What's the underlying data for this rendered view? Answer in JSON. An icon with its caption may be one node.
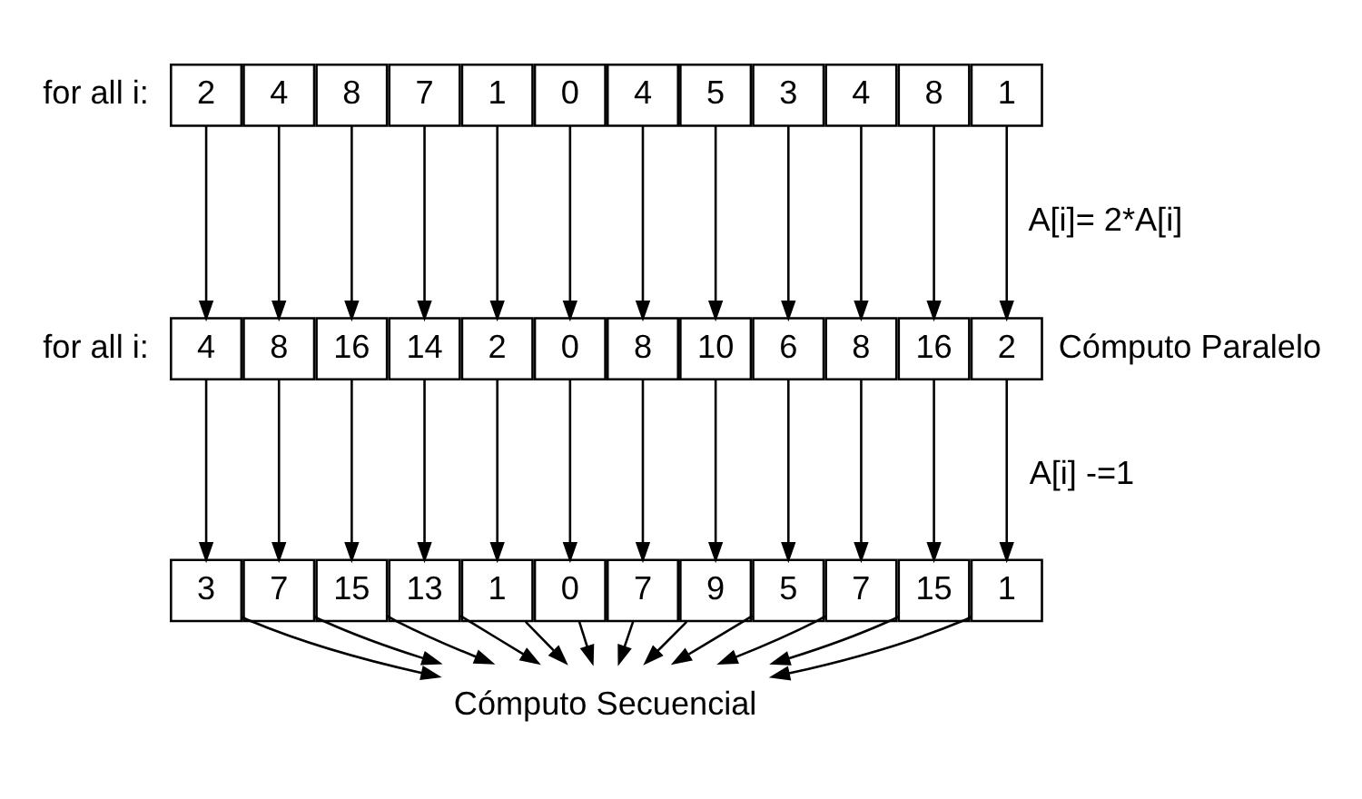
{
  "diagram": {
    "nodes": [
      {
        "text": [
          "2"
        ]
      },
      {
        "text": [
          "4"
        ]
      },
      {
        "text": [
          "8"
        ]
      },
      {
        "text": [
          "7"
        ]
      },
      {
        "text": [
          "1"
        ]
      },
      {
        "text": [
          "0"
        ]
      },
      {
        "text": [
          "4"
        ]
      },
      {
        "text": [
          "5"
        ]
      },
      {
        "text": [
          "3"
        ]
      },
      {
        "text": [
          "4"
        ]
      },
      {
        "text": [
          "8"
        ]
      },
      {
        "text": [
          "1"
        ]
      },
      {
        "text": [
          "4"
        ]
      },
      {
        "text": [
          "8"
        ]
      },
      {
        "text": [
          "16"
        ]
      },
      {
        "text": [
          "14"
        ]
      },
      {
        "text": [
          "2"
        ]
      },
      {
        "text": [
          "0"
        ]
      },
      {
        "text": [
          "8"
        ]
      },
      {
        "text": [
          "10"
        ]
      },
      {
        "text": [
          "6"
        ]
      },
      {
        "text": [
          "8"
        ]
      },
      {
        "text": [
          "16"
        ]
      },
      {
        "text": [
          "2"
        ]
      },
      {
        "text": [
          "3"
        ]
      },
      {
        "text": [
          "7"
        ]
      },
      {
        "text": [
          "15"
        ]
      },
      {
        "text": [
          "13"
        ]
      },
      {
        "text": [
          "1"
        ]
      },
      {
        "text": [
          "0"
        ]
      },
      {
        "text": [
          "7"
        ]
      },
      {
        "text": [
          "9"
        ]
      },
      {
        "text": [
          "5"
        ]
      },
      {
        "text": [
          "7"
        ]
      },
      {
        "text": [
          "15"
        ]
      },
      {
        "text": [
          "1"
        ]
      },
      {
        "text": [
          "Cómputo Secuencial"
        ]
      }
    ],
    "edges": [
      {
        "from": 0,
        "to": 12,
        "arrow": "to"
      },
      {
        "from": 1,
        "to": 13,
        "arrow": "to"
      },
      {
        "from": 2,
        "to": 14,
        "arrow": "to"
      },
      {
        "from": 3,
        "to": 15,
        "arrow": "to"
      },
      {
        "from": 4,
        "to": 16,
        "arrow": "to"
      },
      {
        "from": 5,
        "to": 17,
        "arrow": "to"
      },
      {
        "from": 6,
        "to": 18,
        "arrow": "to"
      },
      {
        "from": 7,
        "to": 19,
        "arrow": "to"
      },
      {
        "from": 8,
        "to": 20,
        "arrow": "to"
      },
      {
        "from": 9,
        "to": 21,
        "arrow": "to"
      },
      {
        "from": 10,
        "to": 22,
        "arrow": "to"
      },
      {
        "from": 11,
        "to": 23,
        "arrow": "to"
      },
      {
        "from": 12,
        "to": 24,
        "arrow": "to"
      },
      {
        "from": 13,
        "to": 25,
        "arrow": "to"
      },
      {
        "from": 14,
        "to": 26,
        "arrow": "to"
      },
      {
        "from": 15,
        "to": 27,
        "arrow": "to"
      },
      {
        "from": 16,
        "to": 28,
        "arrow": "to"
      },
      {
        "from": 17,
        "to": 29,
        "arrow": "to"
      },
      {
        "from": 18,
        "to": 30,
        "arrow": "to"
      },
      {
        "from": 19,
        "to": 31,
        "arrow": "to"
      },
      {
        "from": 20,
        "to": 32,
        "arrow": "to"
      },
      {
        "from": 21,
        "to": 33,
        "arrow": "to"
      },
      {
        "from": 22,
        "to": 34,
        "arrow": "to"
      },
      {
        "from": 23,
        "to": 35,
        "arrow": "to"
      },
      {
        "from": 24,
        "to": 36,
        "arrow": "to"
      },
      {
        "from": 25,
        "to": 36,
        "arrow": "to"
      },
      {
        "from": 26,
        "to": 36,
        "arrow": "to"
      },
      {
        "from": 27,
        "to": 36,
        "arrow": "to"
      },
      {
        "from": 28,
        "to": 36,
        "arrow": "to"
      },
      {
        "from": 29,
        "to": 36,
        "arrow": "to"
      },
      {
        "from": 30,
        "to": 36,
        "arrow": "to"
      },
      {
        "from": 31,
        "to": 36,
        "arrow": "to"
      },
      {
        "from": 32,
        "to": 36,
        "arrow": "to"
      },
      {
        "from": 33,
        "to": 36,
        "arrow": "to"
      },
      {
        "from": 34,
        "to": 36,
        "arrow": "to"
      },
      {
        "from": 35,
        "to": 36,
        "arrow": "to"
      }
    ],
    "labels": [
      "for all i:",
      "A[i]= 2*A[i]",
      "for all i:",
      "A[i] -=1",
      "Cómputo Paralelo"
    ]
  }
}
